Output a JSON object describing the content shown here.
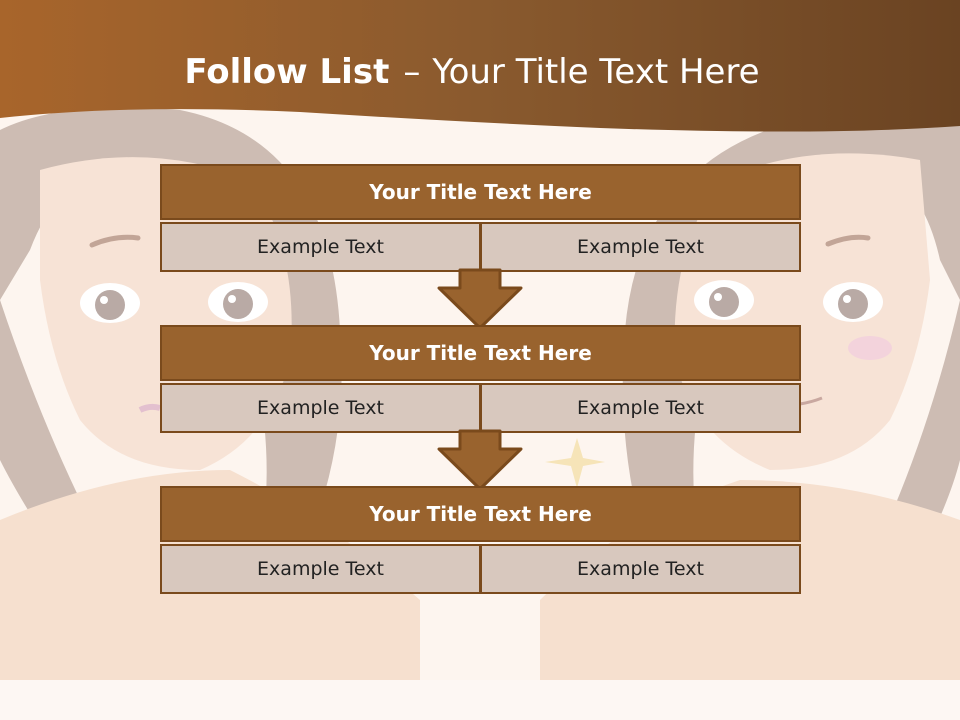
{
  "slide": {
    "title_bold": "Follow List",
    "title_separator": "–",
    "title_rest": "Your Title Text Here"
  },
  "blocks": [
    {
      "title": "Your Title Text Here",
      "left_text": "Example Text",
      "right_text": "Example Text"
    },
    {
      "title": "Your Title Text Here",
      "left_text": "Example Text",
      "right_text": "Example Text"
    },
    {
      "title": "Your Title Text Here",
      "left_text": "Example Text",
      "right_text": "Example Text"
    }
  ],
  "colors": {
    "header_brown": "#99632e",
    "cell_fill": "#d8c8be",
    "border": "#7a4a1c"
  }
}
